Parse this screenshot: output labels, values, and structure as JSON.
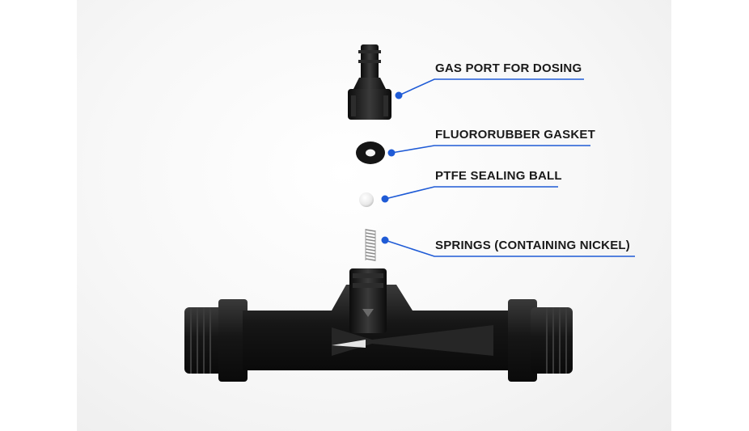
{
  "callouts": {
    "gas_port": "GAS PORT FOR DOSING",
    "gasket": "FLUORORUBBER GASKET",
    "ball": "PTFE SEALING BALL",
    "spring": "SPRINGS (CONTAINING NICKEL)"
  },
  "colors": {
    "leader_line": "#1f5bd6",
    "part_black": "#1b1b1b",
    "part_white": "#f2f2f2"
  }
}
